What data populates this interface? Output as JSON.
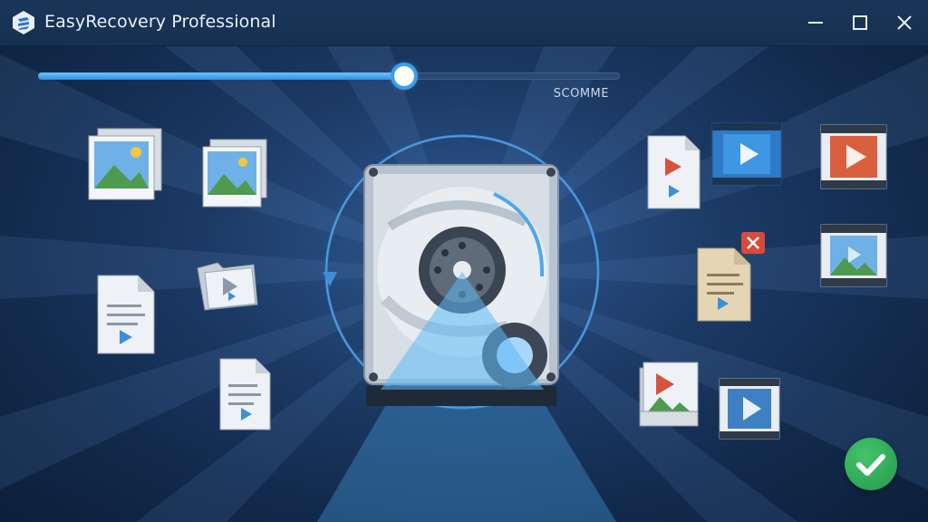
{
  "window": {
    "title": "EasyRecovery Professional",
    "controls": [
      "minimize",
      "maximize",
      "close"
    ]
  },
  "scan": {
    "progress_percent": 63,
    "caption": "SCOMME"
  },
  "icons": {
    "app_logo": "easyrecovery-logo-icon",
    "center": "hard-drive-icon",
    "left_files": [
      "photo-stack-icon",
      "photo-stack-icon",
      "document-icon",
      "video-folder-icon",
      "document-icon"
    ],
    "right_files": [
      "video-document-icon",
      "video-film-icon",
      "video-film-icon",
      "corrupted-document-icon",
      "image-film-icon",
      "media-folder-icon",
      "video-film-icon"
    ],
    "done": "checkmark-icon"
  },
  "colors": {
    "background": "#1d3b67",
    "accent": "#3a9df0",
    "success": "#2ea653"
  }
}
